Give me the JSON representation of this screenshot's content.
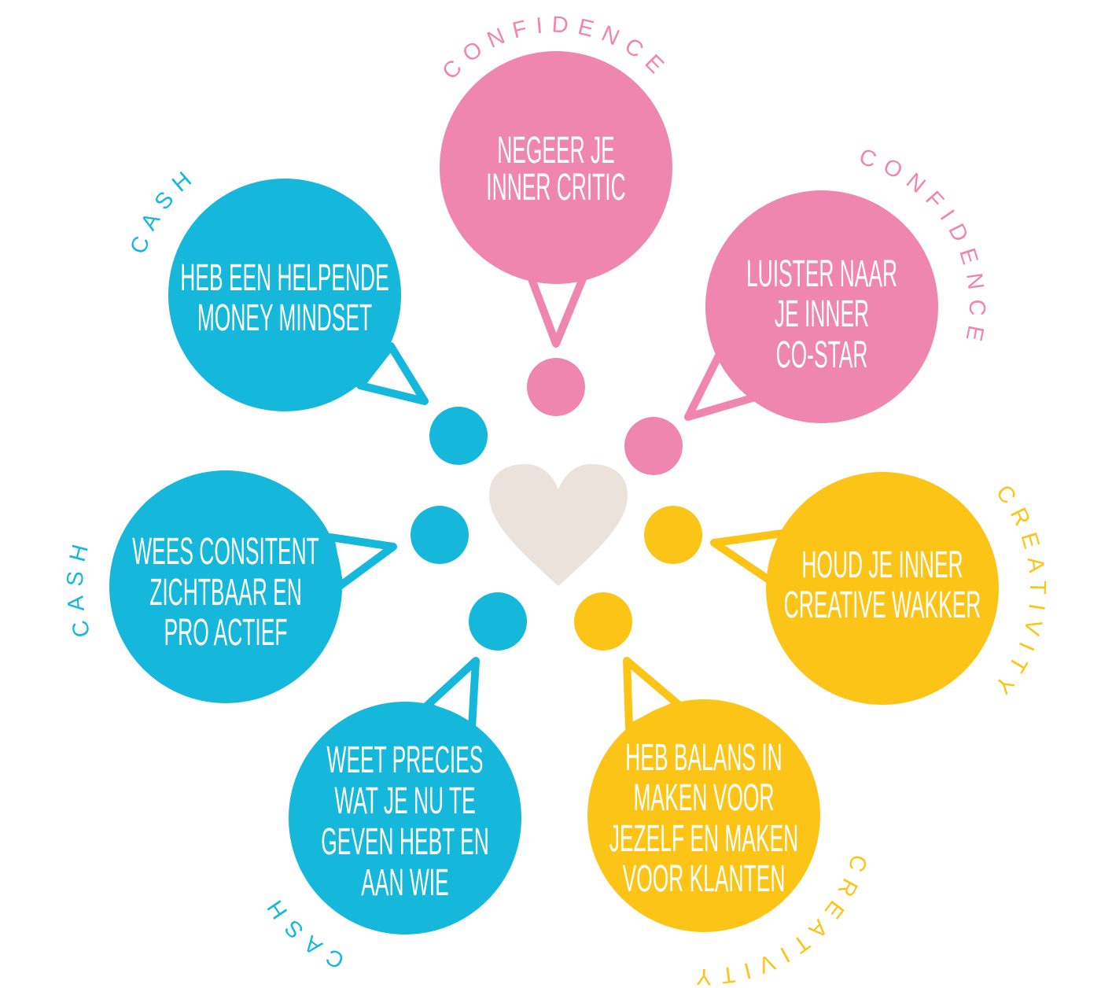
{
  "colors": {
    "confidence": "#EF86B0",
    "cash": "#15B8DB",
    "creativity": "#FDC418",
    "heart": "#EBE3DB"
  },
  "center_icon": "heart-icon",
  "bubbles": [
    {
      "category": "CONFIDENCE",
      "lines": [
        "NEGEER JE",
        "INNER CRITIC"
      ]
    },
    {
      "category": "CONFIDENCE",
      "lines": [
        "LUISTER NAAR",
        "JE INNER",
        "CO-STAR"
      ]
    },
    {
      "category": "CREATIVITY",
      "lines": [
        "HOUD JE INNER",
        "CREATIVE WAKKER"
      ]
    },
    {
      "category": "CREATIVITY",
      "lines": [
        "HEB BALANS IN",
        "MAKEN VOOR",
        "JEZELF EN MAKEN",
        "VOOR KLANTEN"
      ]
    },
    {
      "category": "CASH",
      "lines": [
        "WEET PRECIES",
        "WAT JE NU TE",
        "GEVEN HEBT EN",
        "AAN WIE"
      ]
    },
    {
      "category": "CASH",
      "lines": [
        "WEES CONSITENT",
        "ZICHTBAAR EN",
        "PRO ACTIEF"
      ]
    },
    {
      "category": "CASH",
      "lines": [
        "HEB EEN HELPENDE",
        "MONEY MINDSET"
      ]
    }
  ]
}
